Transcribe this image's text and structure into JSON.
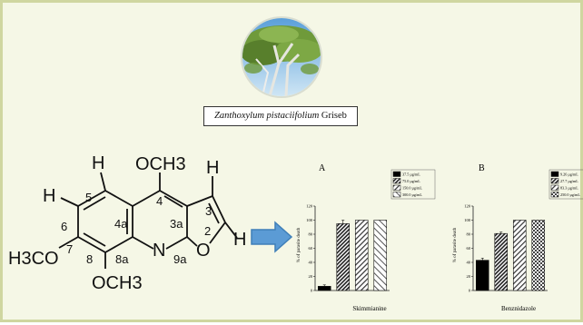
{
  "species": {
    "genus_epithet": "Zanthoxylum pistaciifolium",
    "author": "Griseb"
  },
  "structure": {
    "atoms": [
      "H",
      "OCH3",
      "H",
      "5",
      "4",
      "3a",
      "3",
      "H",
      "6",
      "4a",
      "2",
      "H",
      "H3CO",
      "7",
      "8",
      "8a",
      "N",
      "9a",
      "O",
      "OCH3"
    ]
  },
  "colors": {
    "border": "#cfd6a0",
    "background": "#f5f7e6",
    "arrow": "#5b9bd5"
  },
  "arrow_icon": "right-arrow-icon",
  "chart_data": [
    {
      "type": "bar",
      "panel_label": "A",
      "xlabel": "Skimmianine",
      "ylabel": "% of parasite death",
      "ylim": [
        0,
        120
      ],
      "yticks": [
        0,
        20,
        40,
        60,
        80,
        100,
        120
      ],
      "legend_position": "top-right",
      "series": [
        {
          "name": "37.5 µg/mL",
          "value": 6,
          "error": 2,
          "fill": "black"
        },
        {
          "name": "75.0 µg/mL",
          "value": 95,
          "error": 5,
          "fill": "diag-dense"
        },
        {
          "name": "150.0 µg/mL",
          "value": 100,
          "error": 0,
          "fill": "diag"
        },
        {
          "name": "300.0 µg/mL",
          "value": 100,
          "error": 0,
          "fill": "diag-light"
        }
      ]
    },
    {
      "type": "bar",
      "panel_label": "B",
      "xlabel": "Benznidazole",
      "ylabel": "% of parasite death",
      "ylim": [
        0,
        120
      ],
      "yticks": [
        0,
        20,
        40,
        60,
        80,
        100,
        120
      ],
      "legend_position": "top-right",
      "series": [
        {
          "name": "9.26 µg/mL",
          "value": 43,
          "error": 3,
          "fill": "black"
        },
        {
          "name": "27.7 µg/mL",
          "value": 81,
          "error": 2,
          "fill": "diag-dense"
        },
        {
          "name": "83.3 µg/mL",
          "value": 100,
          "error": 0,
          "fill": "diag"
        },
        {
          "name": "250.0 µg/mL",
          "value": 100,
          "error": 0,
          "fill": "checker"
        }
      ]
    }
  ]
}
